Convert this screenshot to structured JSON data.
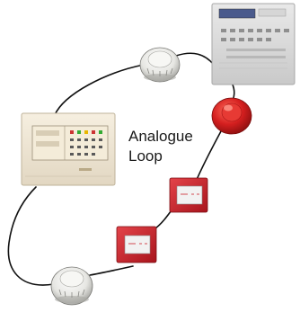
{
  "diagram": {
    "label_line1": "Analogue",
    "label_line2": "Loop",
    "devices": [
      {
        "type": "control-panel"
      },
      {
        "type": "repeater-panel"
      },
      {
        "type": "smoke-detector"
      },
      {
        "type": "sounder"
      },
      {
        "type": "manual-call-point"
      },
      {
        "type": "manual-call-point"
      },
      {
        "type": "smoke-detector"
      }
    ],
    "colors": {
      "loop_wire": "#111111",
      "call_point_red": "#c9202a",
      "sounder_red": "#d41f1f",
      "panel_cream": "#efe6d4",
      "detector_white": "#eeeeea"
    }
  }
}
